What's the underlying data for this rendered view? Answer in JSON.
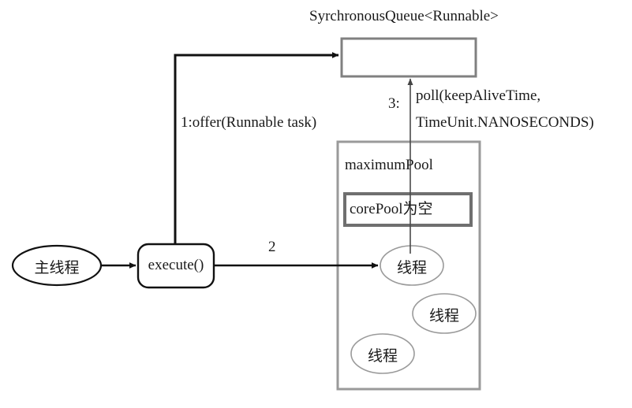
{
  "diagram": {
    "title": "SyrchronousQueue<Runnable>",
    "queue_box": {
      "name": "synchronous-queue-box",
      "content": ""
    },
    "labels": {
      "offer": "1:offer(Runnable task)",
      "poll_number": "3:",
      "poll_line1": "poll(keepAliveTime,",
      "poll_line2": "TimeUnit.NANOSECONDS)",
      "step_two": "2"
    },
    "pool": {
      "maximum_pool": "maximumPool",
      "core_pool": "corePool为空"
    },
    "nodes": {
      "main_thread": "主线程",
      "execute": "execute()",
      "thread_1": "线程",
      "thread_2": "线程",
      "thread_3": "线程"
    },
    "colors": {
      "stroke_dark": "#1a1a1a",
      "stroke_gray": "#808080",
      "stroke_light": "#9a9a9a",
      "background": "#ffffff",
      "text": "#1a1a1a"
    }
  }
}
